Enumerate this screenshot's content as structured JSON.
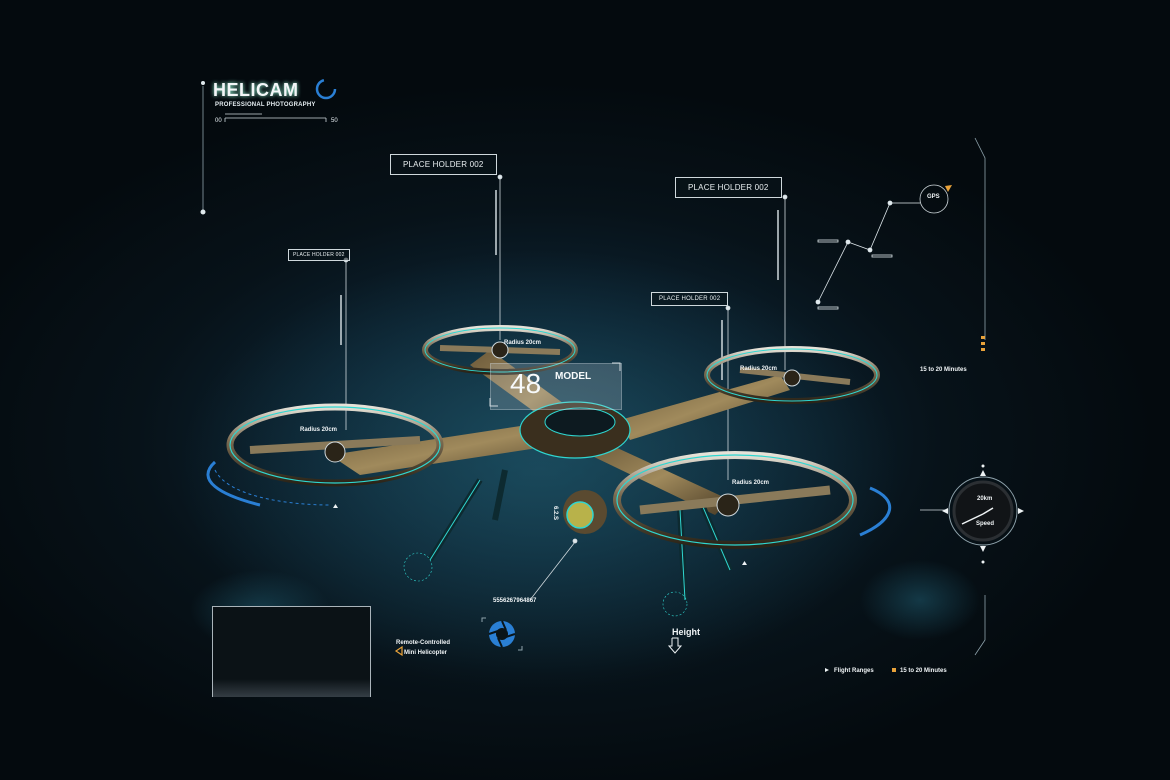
{
  "brand": {
    "title": "HELICAM",
    "subtitle": "PROFESSIONAL PHOTOGRAPHY",
    "scale_min": "00",
    "scale_max": "50"
  },
  "placeholders": {
    "top_center": "PLACE HOLDER 002",
    "top_right": "PLACE HOLDER 002",
    "left_small": "PLACE HOLDER 002",
    "mid_right": "PLACE HOLDER 002"
  },
  "model": {
    "number": "48",
    "label": "MODEL"
  },
  "rotors": {
    "rear_left": "Radius 20cm",
    "front_left": "Radius 20cm",
    "rear_right": "Radius 20cm",
    "front_right": "Radius 20cm"
  },
  "gps": {
    "label": "GPS"
  },
  "flight_time_right": "15 to 20 Minutes",
  "speed_gauge": {
    "value": "20km",
    "label": "Speed"
  },
  "serial": "5556267964867",
  "side_text": "6.2.S",
  "height_label": "Height",
  "remote_panel": {
    "line1": "Remote-Controlled",
    "line2": "Mini Helicopter"
  },
  "legend": [
    {
      "label": "Flight Ranges",
      "color": "#e8eef0"
    },
    {
      "label": "15 to 20 Minutes",
      "color": "#e8a23a"
    }
  ],
  "colors": {
    "accent": "#2fd6d0",
    "hud_blue": "#2a7fd4",
    "orange": "#e8a23a"
  }
}
